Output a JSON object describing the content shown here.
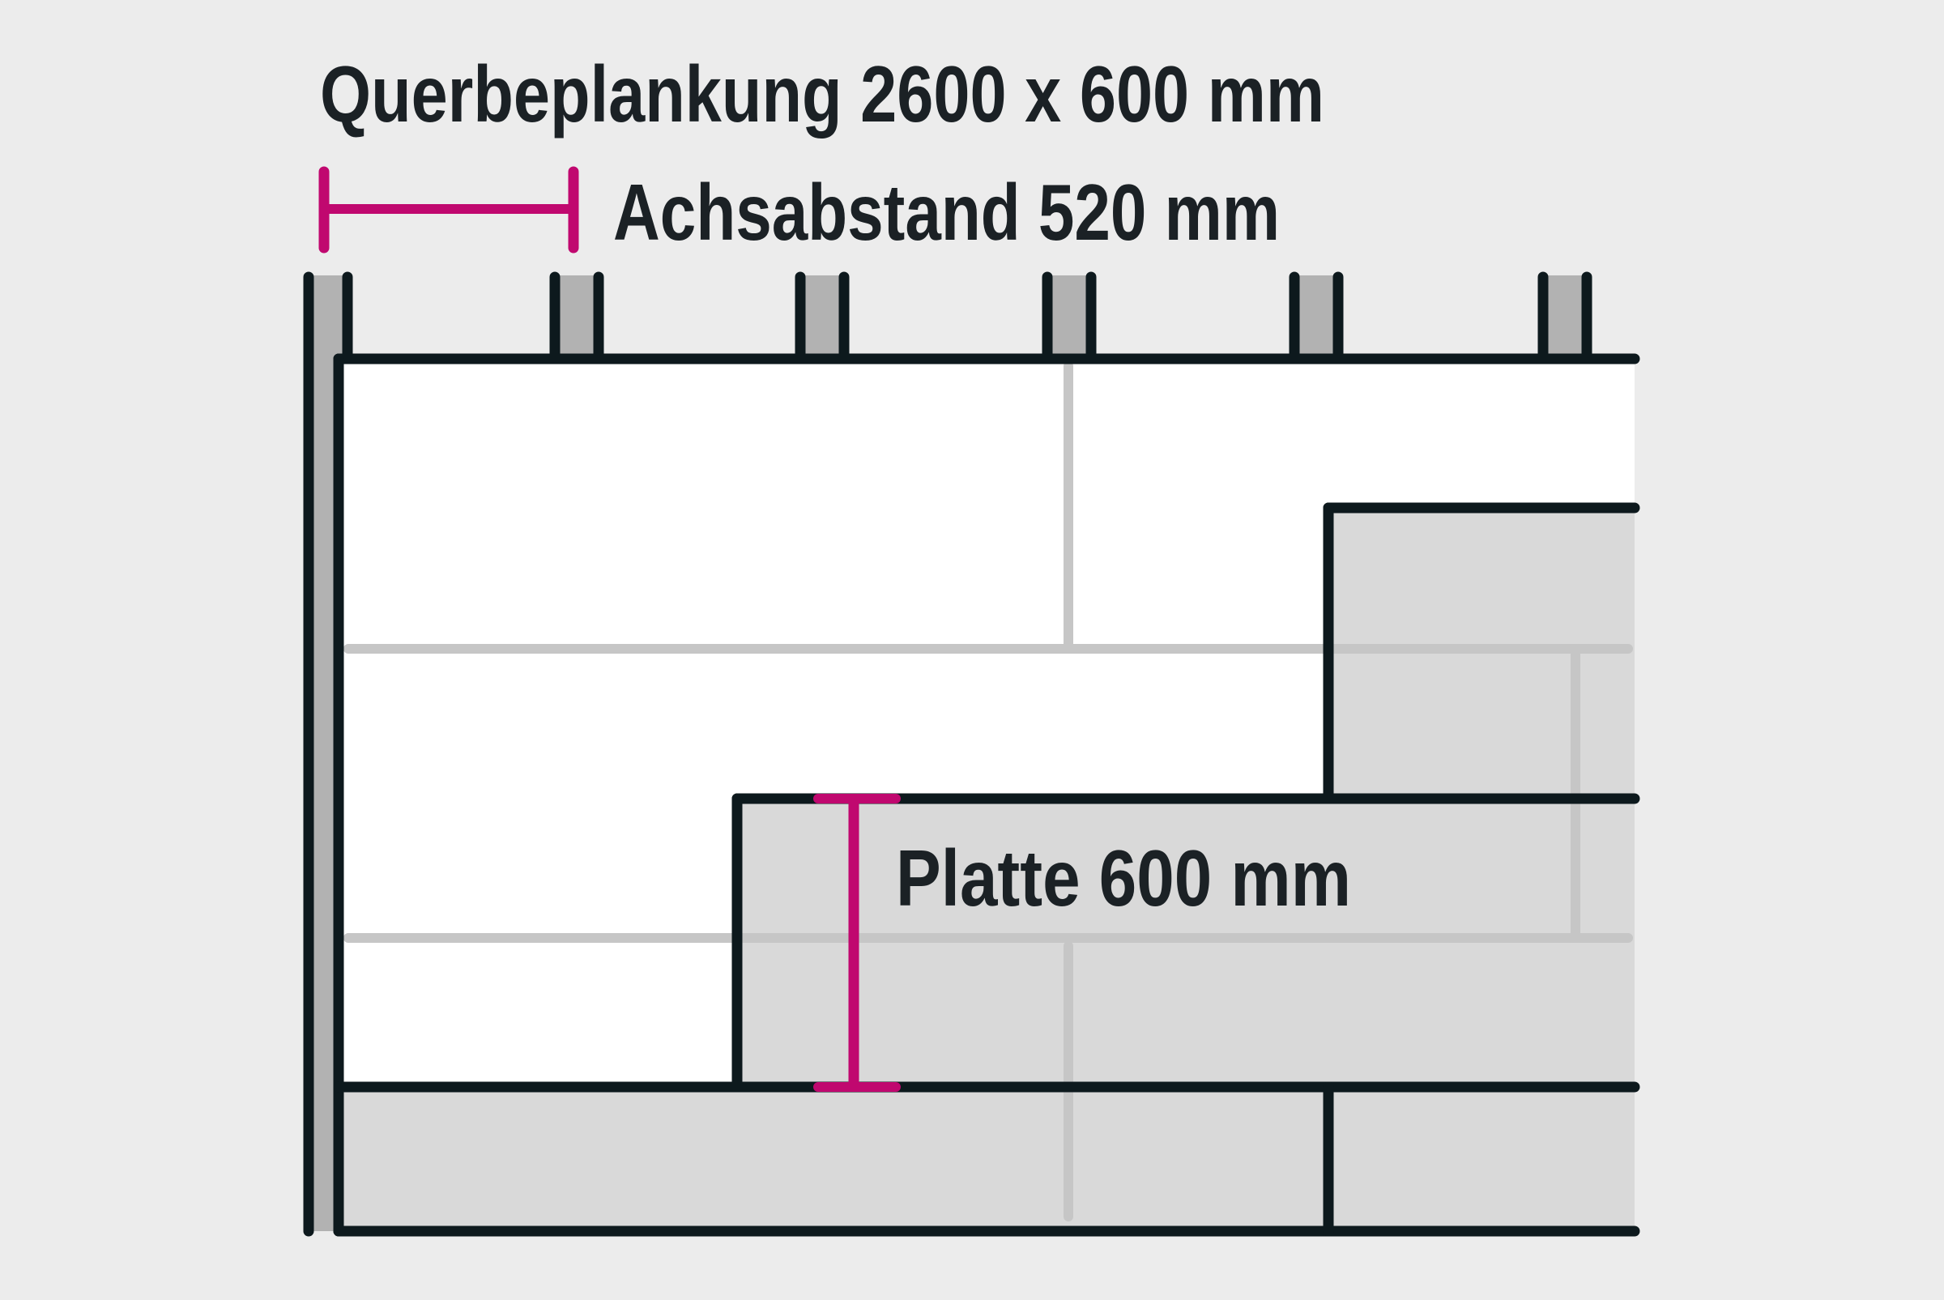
{
  "colors": {
    "background": "#ececec",
    "outline": "#0d191d",
    "stud_fill": "#b2b2b2",
    "installed_plate": "#d9d9d9",
    "plate_joint": "#c6c6c6",
    "uncovered_area": "#ffffff",
    "dimension_accent": "#c0086f",
    "text": "#1b2125"
  },
  "labels": {
    "title": "Querbeplankung 2600 x 600 mm",
    "stud_spacing": "Achsabstand 520 mm",
    "plate_height": "Platte 600 mm"
  },
  "icons": {
    "spacing_dimension": "horizontal-dimension-bracket",
    "height_dimension": "vertical-dimension-bracket"
  }
}
